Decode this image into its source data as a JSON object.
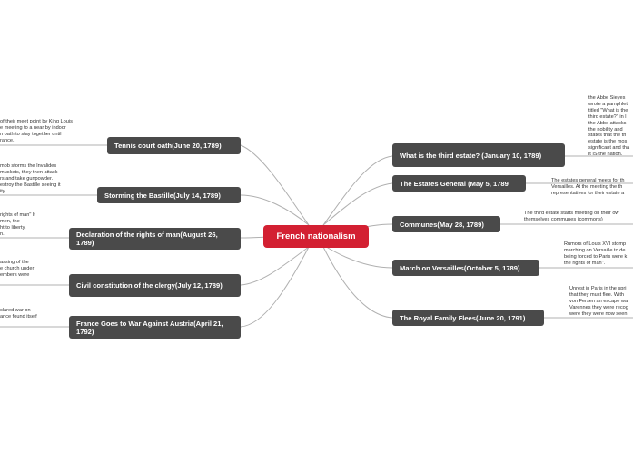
{
  "center": {
    "label": "French nationalism"
  },
  "left": [
    {
      "label": "Tennis court oath(June 20, 1789)",
      "note": "of their meet point by King Louis\ne meeting to a near by indoor\nn oath to stay together until\nrance."
    },
    {
      "label": "Storming the Bastille(July 14, 1789)",
      "note": "mob storms the Invalides\nmuskets, they then attack\nrs and take gunpowder.\nestroy the Bastille seeing it\nity."
    },
    {
      "label": "Declaration of the rights of man(August 26, 1789)",
      "note": "rights of man\" It\n men, the\nht to liberty,\nn."
    },
    {
      "label": "Civil constitution of the clergy(July 12, 1789)",
      "note": "assing of the\ne church under\nembers were"
    },
    {
      "label": "France Goes to War Against Austria(April 21, 1792)",
      "note": "clared war on\nance found itself"
    }
  ],
  "right": [
    {
      "label": "What is the third estate? (January 10, 1789)",
      "note": "the Abbe Sieyes\nwrote a pamphlet\ntitled \"What is the\nthird estate?\" in l\nthe Abbe attacks\nthe nobility and\nstates that the th\nestate is the mos\nsignificant and tha\nit IS the nation."
    },
    {
      "label": "The Estates General (May 5, 1789",
      "note": "The estates general meets for th\nVersailles. At the meeting the th\nrepresentatives for their estate a"
    },
    {
      "label": "Communes(May 28, 1789)",
      "note": "The third estate starts meeting on their ow\nthemselves communes (commons)"
    },
    {
      "label": "March on Versailles(October 5, 1789)",
      "note": "Rumors of Louis XVI stomp\nmarching on Versaille to de\nbeing forced to Paris were k\nthe rights of man\"."
    },
    {
      "label": "The Royal Family Flees(June 20, 1791)",
      "note": "Unrest in Paris in the spri\nthat they must flee. With\nvon Fersen an escape wa\nVarennes they were recog\nwere they were now seen"
    }
  ]
}
